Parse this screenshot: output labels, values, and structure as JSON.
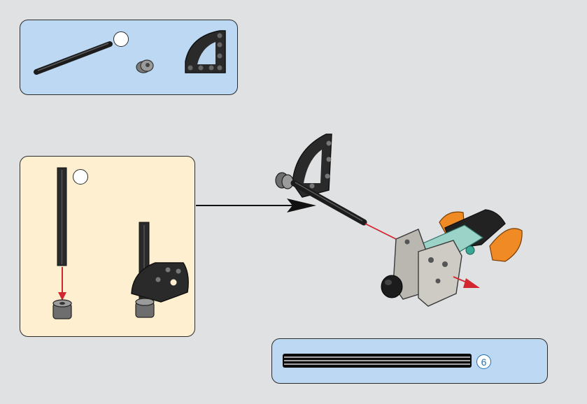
{
  "parts_panel": {
    "count_badge": "",
    "parts": [
      "axle-part",
      "bush-part",
      "quarter-circle-frame-part"
    ]
  },
  "sub_assembly_panel": {
    "count_badge": ""
  },
  "ruler_panel": {
    "length_label": "6"
  },
  "colors": {
    "page_background": "#dfe1e3",
    "parts_panel": "#bcd8f3",
    "sub_assembly_panel": "#fdefcf",
    "accent_orange": "#f08a24",
    "arrow_red": "#d22630",
    "length_blue": "#1d72b8"
  }
}
